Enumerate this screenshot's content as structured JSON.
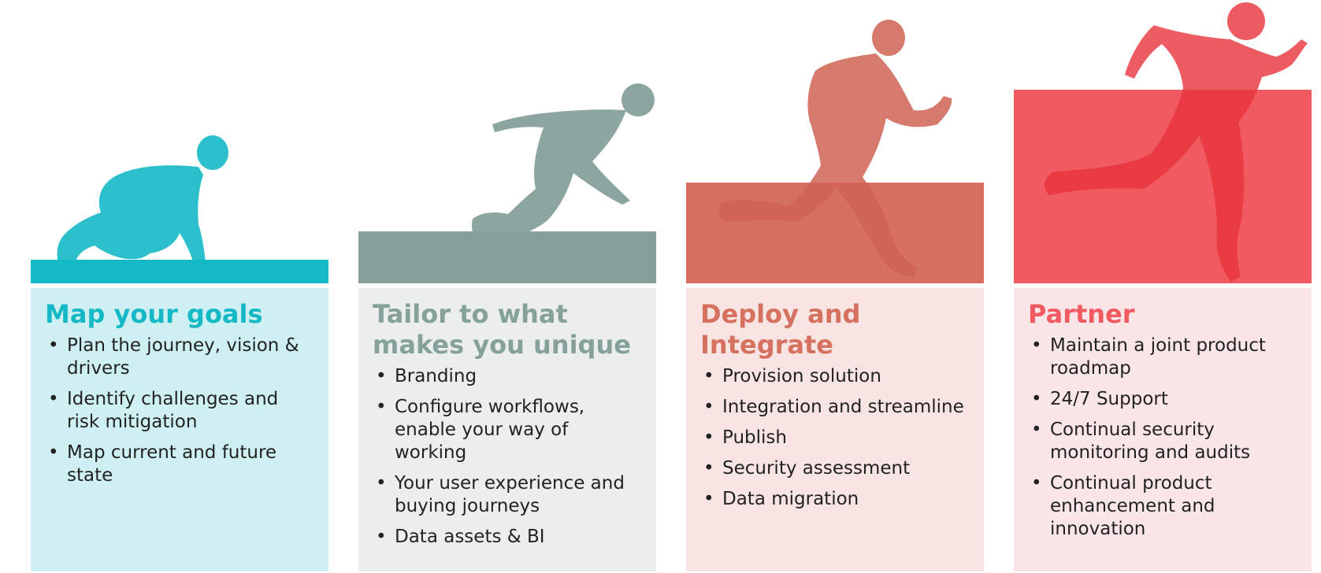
{
  "colors": {
    "teal": "#15b9c6",
    "sage": "#86a19a",
    "coral": "#d67160",
    "red": "#f05a60"
  },
  "steps": [
    {
      "title": "Map your goals",
      "items": [
        "Plan the journey, vision & drivers",
        "Identify challenges and risk mitigation",
        "Map current and future state"
      ]
    },
    {
      "title": "Tailor to what makes you unique",
      "items": [
        "Branding",
        "Configure workflows, enable your way of working",
        "Your user experience and buying journeys",
        "Data assets & BI"
      ]
    },
    {
      "title": "Deploy and Integrate",
      "items": [
        "Provision solution",
        "Integration and streamline",
        "Publish",
        "Security assessment",
        "Data migration"
      ]
    },
    {
      "title": "Partner",
      "items": [
        "Maintain a joint product roadmap",
        "24/7 Support",
        "Continual security monitoring and audits",
        "Continual product enhancement  and innovation"
      ]
    }
  ]
}
